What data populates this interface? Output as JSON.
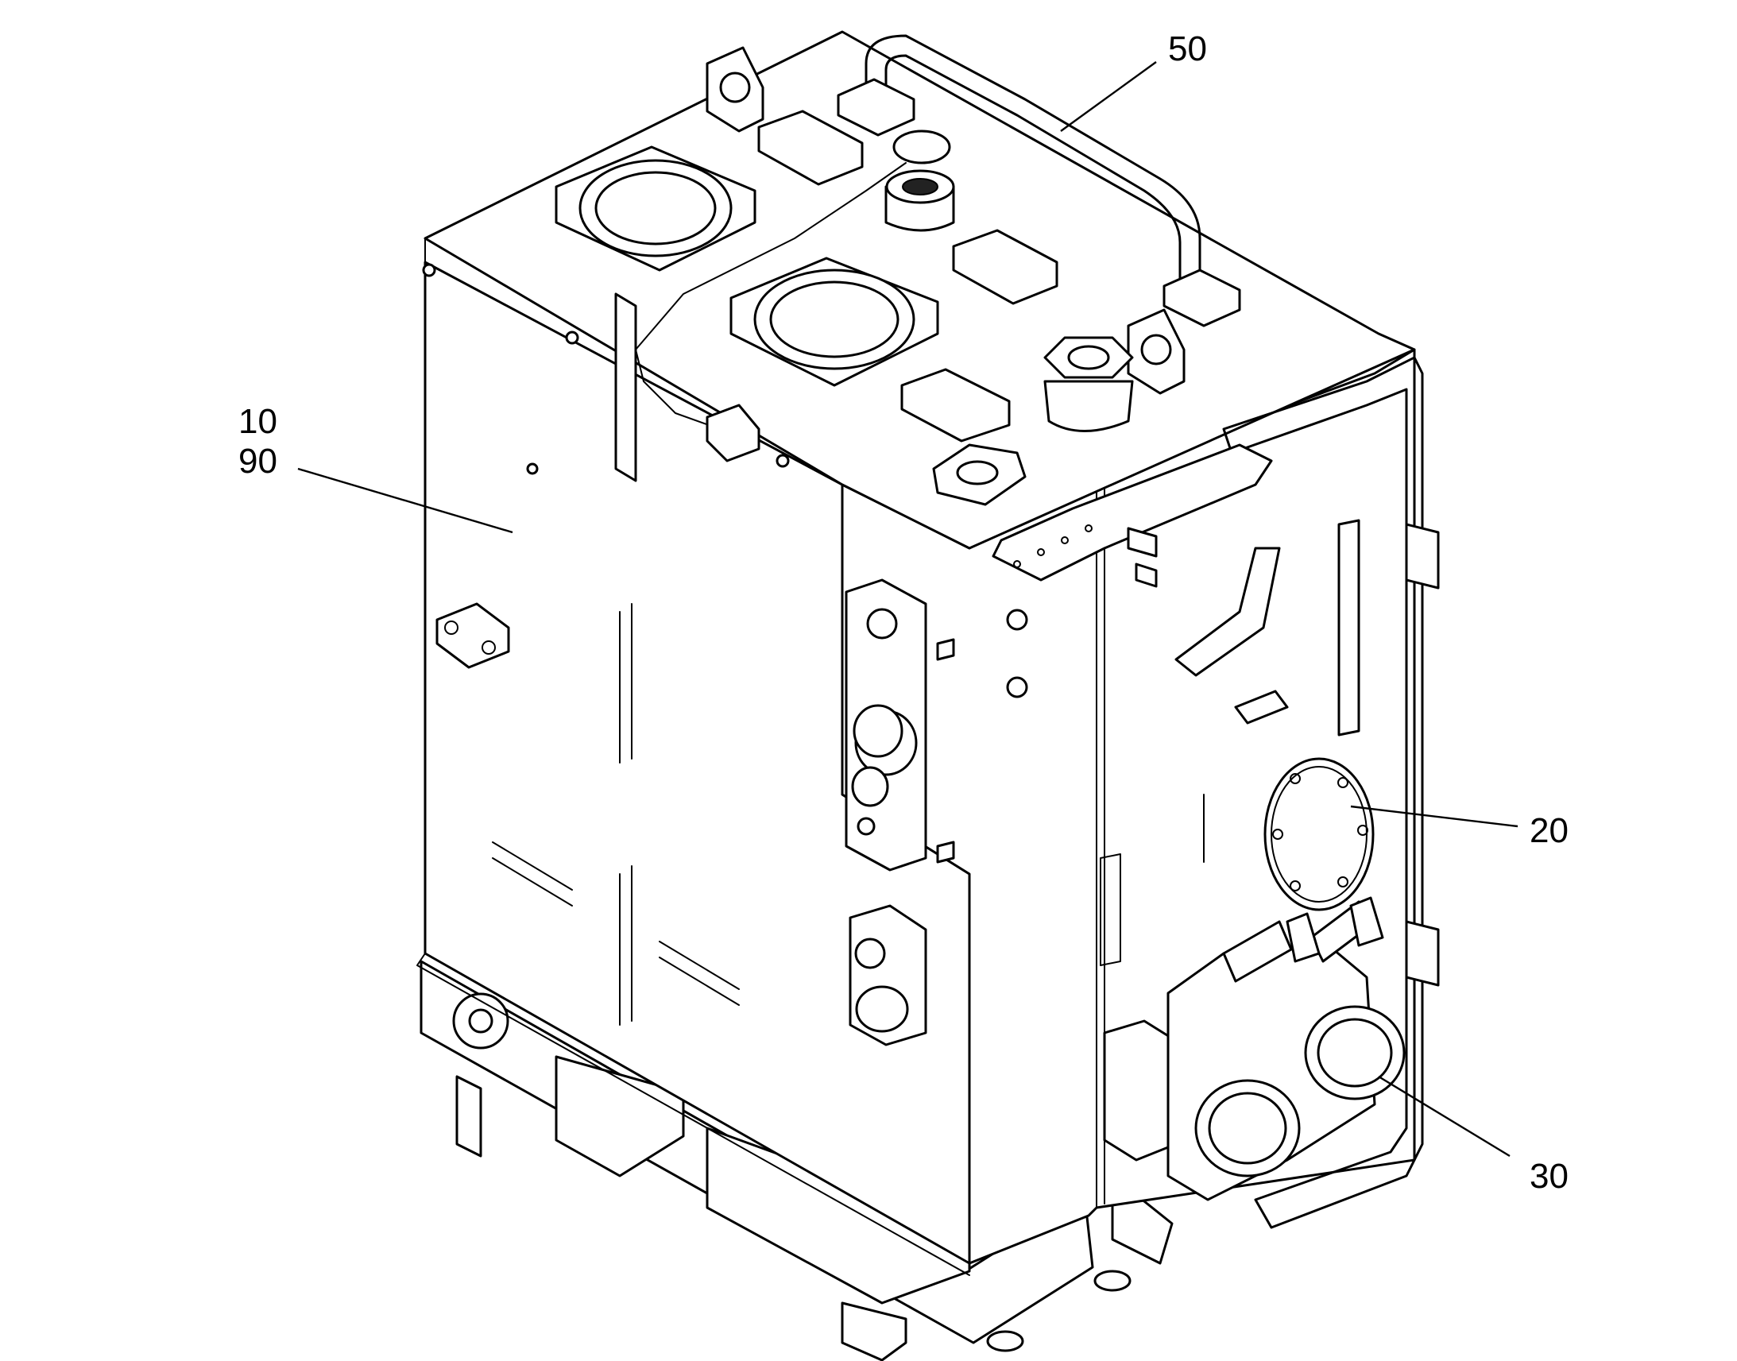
{
  "callouts": {
    "c10": "10",
    "c90": "90",
    "c50": "50",
    "c20": "20",
    "c30": "30"
  }
}
